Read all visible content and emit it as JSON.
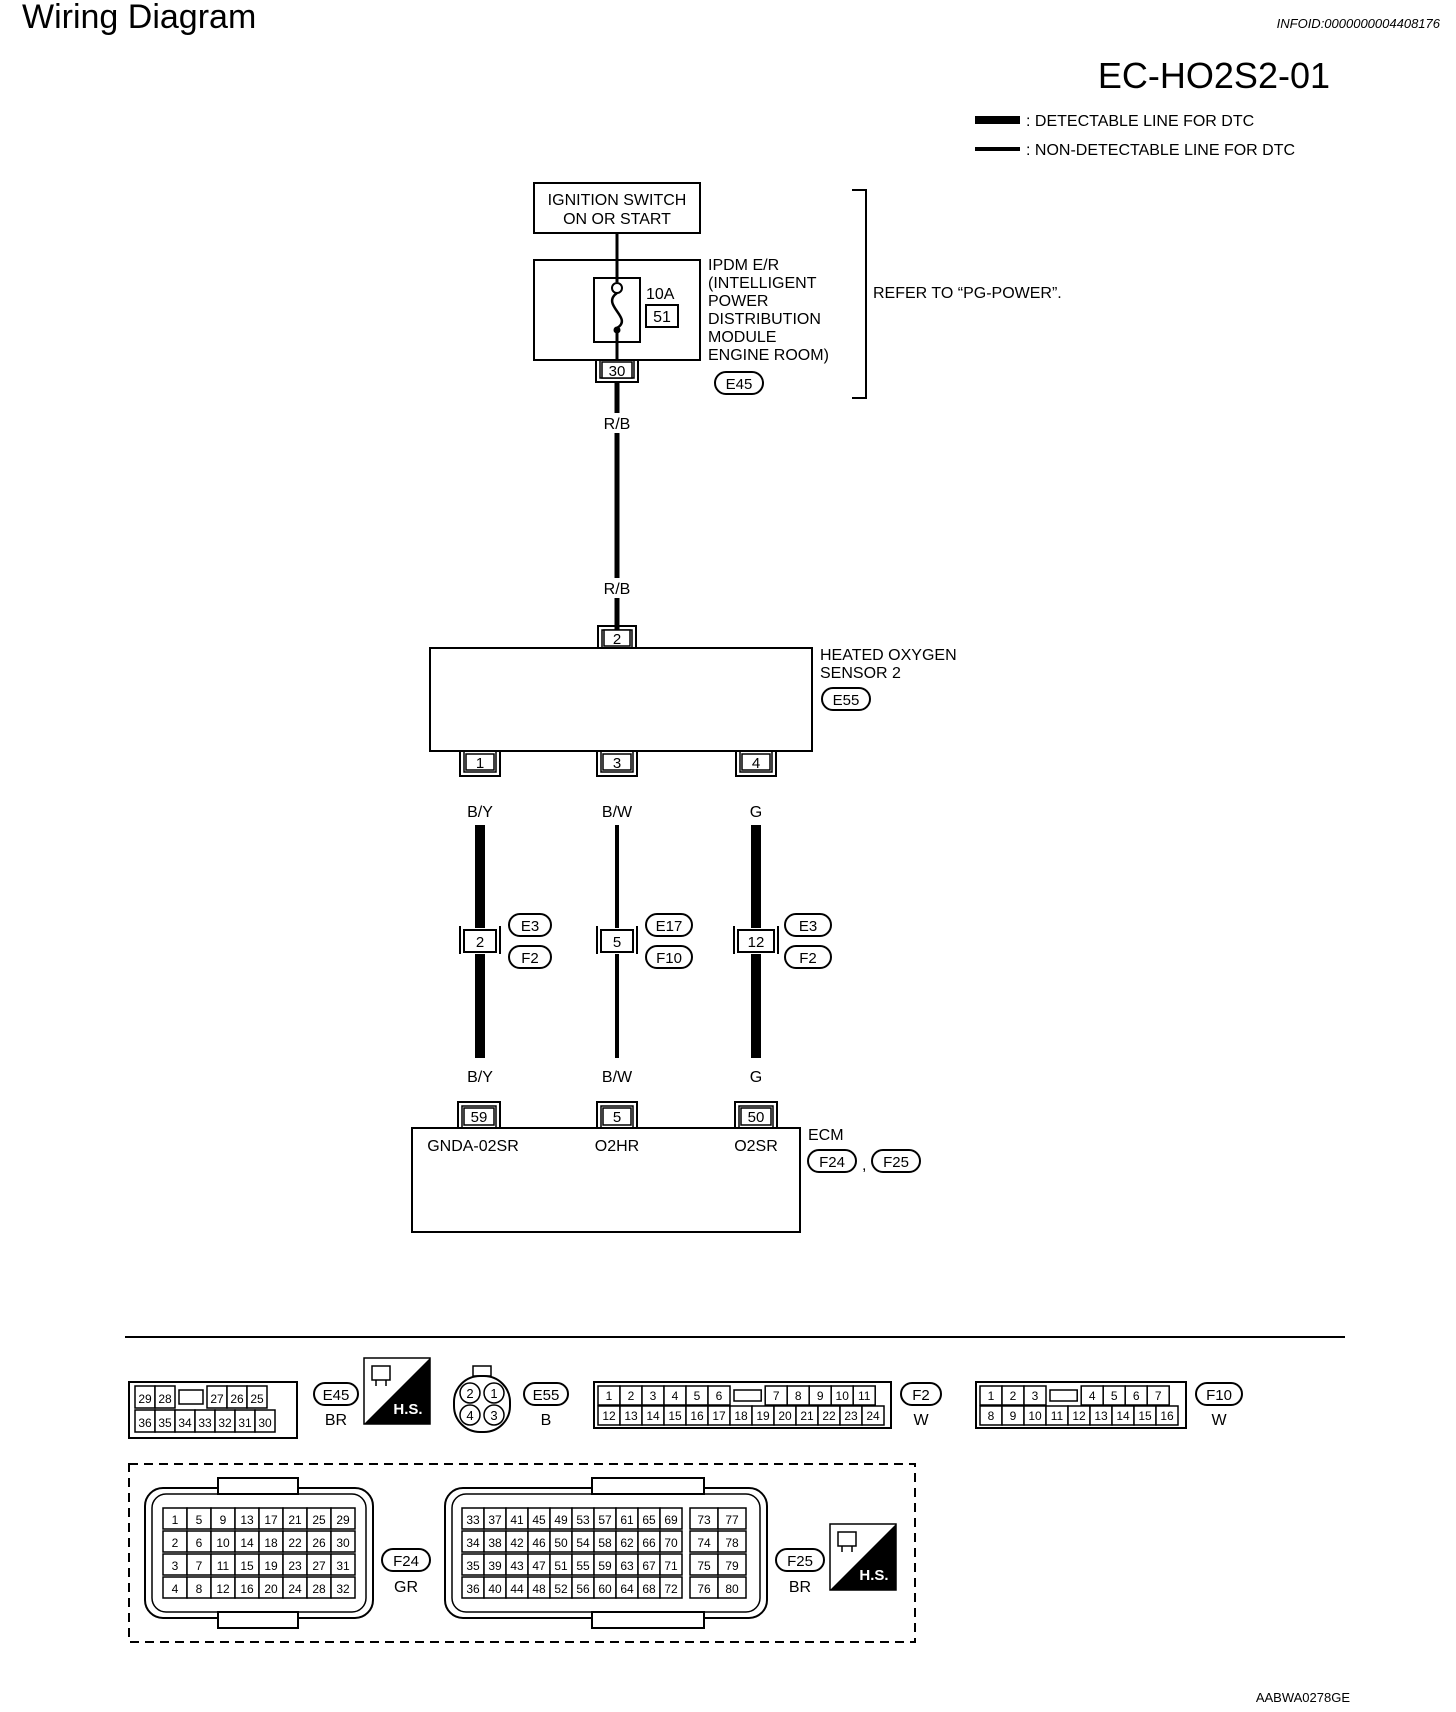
{
  "header": {
    "title": "Wiring Diagram",
    "info_id": "INFOID:0000000004408176",
    "diagram_code": "EC-HO2S2-01"
  },
  "legend": {
    "detectable": ": DETECTABLE LINE FOR DTC",
    "non_detectable": ": NON-DETECTABLE LINE FOR DTC"
  },
  "ignition": {
    "line1": "IGNITION SWITCH",
    "line2": "ON OR START"
  },
  "ipdm": {
    "lines": [
      "IPDM E/R",
      "(INTELLIGENT",
      "POWER",
      "DISTRIBUTION",
      "MODULE",
      "ENGINE ROOM)"
    ],
    "fuse_amp": "10A",
    "fuse_no": "51",
    "terminal": "30",
    "connector": "E45",
    "refer": "REFER TO “PG-POWER”."
  },
  "power_wire": {
    "color_top": "R/B",
    "color_bottom": "R/B"
  },
  "sensor": {
    "line1": "HEATED OXYGEN",
    "line2": "SENSOR 2",
    "connector": "E55",
    "top_terminal": "2",
    "terminals": [
      "1",
      "3",
      "4"
    ]
  },
  "wires": [
    {
      "color_top": "B/Y",
      "color_bottom": "B/Y",
      "joint": "2",
      "conn_a": "E3",
      "conn_b": "F2",
      "ecm_terminal": "59",
      "ecm_signal": "GNDA-02SR"
    },
    {
      "color_top": "B/W",
      "color_bottom": "B/W",
      "joint": "5",
      "conn_a": "E17",
      "conn_b": "F10",
      "ecm_terminal": "5",
      "ecm_signal": "O2HR"
    },
    {
      "color_top": "G",
      "color_bottom": "G",
      "joint": "12",
      "conn_a": "E3",
      "conn_b": "F2",
      "ecm_terminal": "50",
      "ecm_signal": "O2SR"
    }
  ],
  "ecm": {
    "label": "ECM",
    "connector_a": "F24",
    "separator": ",",
    "connector_b": "F25"
  },
  "connector_views": {
    "e45": {
      "id": "E45",
      "color": "BR",
      "row1": [
        "29",
        "28",
        "",
        "27",
        "26",
        "25"
      ],
      "row2": [
        "36",
        "35",
        "34",
        "33",
        "32",
        "31",
        "30"
      ],
      "hs": "H.S."
    },
    "e55": {
      "id": "E55",
      "color": "B",
      "pins": [
        "2",
        "1",
        "4",
        "3"
      ]
    },
    "f2": {
      "id": "F2",
      "color": "W",
      "row1": [
        "1",
        "2",
        "3",
        "4",
        "5",
        "6",
        "",
        "7",
        "8",
        "9",
        "10",
        "11"
      ],
      "row2": [
        "12",
        "13",
        "14",
        "15",
        "16",
        "17",
        "18",
        "19",
        "20",
        "21",
        "22",
        "23",
        "24"
      ]
    },
    "f10": {
      "id": "F10",
      "color": "W",
      "row1": [
        "1",
        "2",
        "3",
        "",
        "4",
        "5",
        "6",
        "7"
      ],
      "row2": [
        "8",
        "9",
        "10",
        "11",
        "12",
        "13",
        "14",
        "15",
        "16"
      ]
    },
    "f24": {
      "id": "F24",
      "color": "GR",
      "rows": [
        [
          "1",
          "5",
          "9",
          "13",
          "17",
          "21",
          "25",
          "29"
        ],
        [
          "2",
          "6",
          "10",
          "14",
          "18",
          "22",
          "26",
          "30"
        ],
        [
          "3",
          "7",
          "11",
          "15",
          "19",
          "23",
          "27",
          "31"
        ],
        [
          "4",
          "8",
          "12",
          "16",
          "20",
          "24",
          "28",
          "32"
        ]
      ]
    },
    "f25": {
      "id": "F25",
      "color": "BR",
      "hs": "H.S.",
      "rows": [
        [
          "33",
          "37",
          "41",
          "45",
          "49",
          "53",
          "57",
          "61",
          "65",
          "69",
          "73",
          "77"
        ],
        [
          "34",
          "38",
          "42",
          "46",
          "50",
          "54",
          "58",
          "62",
          "66",
          "70",
          "74",
          "78"
        ],
        [
          "35",
          "39",
          "43",
          "47",
          "51",
          "55",
          "59",
          "63",
          "67",
          "71",
          "75",
          "79"
        ],
        [
          "36",
          "40",
          "44",
          "48",
          "52",
          "56",
          "60",
          "64",
          "68",
          "72",
          "76",
          "80"
        ]
      ]
    }
  },
  "footer_code": "AABWA0278GE"
}
